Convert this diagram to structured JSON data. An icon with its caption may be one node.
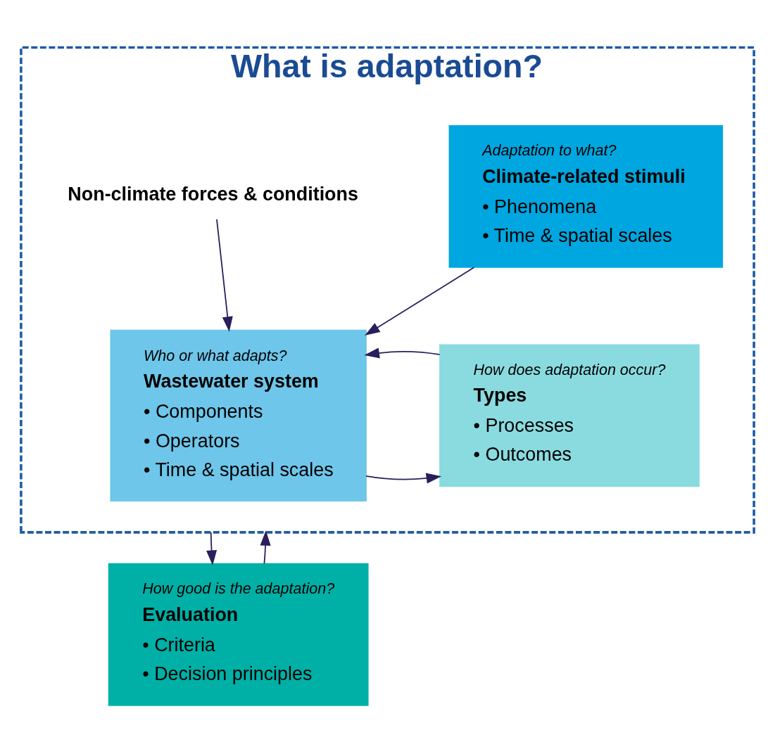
{
  "diagram": {
    "nodes": [
      {
        "text": [
          "What is adaptation?"
        ]
      },
      {
        "text": [
          "Adaptation to what?",
          "Climate-related stimuli",
          "• Phenomena",
          "• Time & spatial scales"
        ],
        "in": 0
      },
      {
        "text": [
          "Non-climate forces & conditions"
        ],
        "in": 0
      },
      {
        "text": [
          "Who or what adapts?",
          "Wastewater system",
          "• Components",
          "• Operators",
          "• Time & spatial scales"
        ],
        "in": 0
      },
      {
        "text": [
          "How does adaptation occur?",
          "Types",
          "• Processes",
          "• Outcomes"
        ],
        "in": 0
      },
      {
        "text": [
          "How good is the adaptation?",
          "Evaluation",
          "• Criteria",
          "• Decision principles"
        ]
      }
    ],
    "edges": [
      {
        "from": 1,
        "to": 3,
        "arrow": "to"
      },
      {
        "from": 2,
        "to": 3,
        "arrow": "to"
      },
      {
        "from": 3,
        "to": 4,
        "arrow": "to"
      },
      {
        "from": 4,
        "to": 3,
        "arrow": "to"
      },
      {
        "from": 0,
        "to": 5,
        "arrow": "to"
      },
      {
        "from": 5,
        "to": 0,
        "arrow": "to"
      }
    ]
  }
}
